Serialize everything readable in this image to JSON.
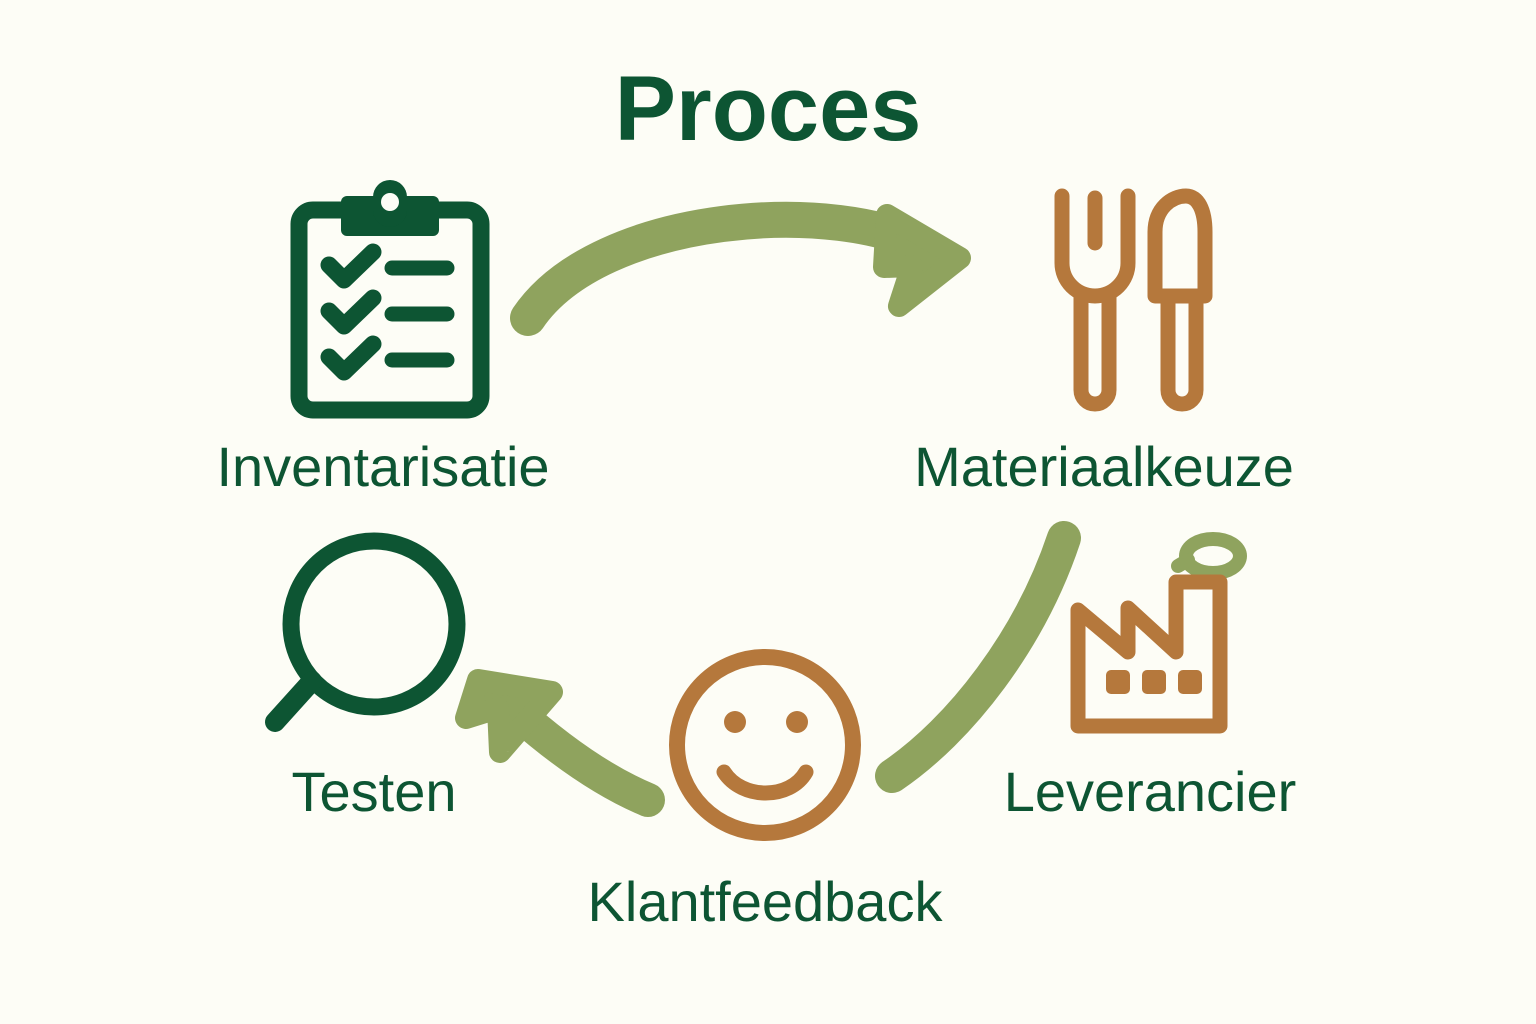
{
  "title": "Proces",
  "colors": {
    "background": "#fdfdf6",
    "dark_green": "#0d5533",
    "sage_green": "#8fa35e",
    "brown": "#b5783c"
  },
  "nodes": [
    {
      "id": "inventarisatie",
      "label": "Inventarisatie",
      "icon": "clipboard-checklist-icon",
      "icon_color": "#0d5533",
      "position": "top-left"
    },
    {
      "id": "materiaalkeuze",
      "label": "Materiaalkeuze",
      "icon": "fork-and-knife-icon",
      "icon_color": "#b5783c",
      "position": "top-right"
    },
    {
      "id": "leverancier",
      "label": "Leverancier",
      "icon": "factory-icon",
      "icon_color": "#b5783c",
      "position": "bottom-right"
    },
    {
      "id": "klantfeedback",
      "label": "Klantfeedback",
      "icon": "smiley-face-icon",
      "icon_color": "#b5783c",
      "position": "bottom-center"
    },
    {
      "id": "testen",
      "label": "Testen",
      "icon": "magnifying-glass-icon",
      "icon_color": "#0d5533",
      "position": "bottom-left"
    }
  ],
  "arrows": [
    {
      "id": "arrow-inventarisatie-to-materiaalkeuze",
      "from": "inventarisatie",
      "to": "materiaalkeuze",
      "color": "#8fa35e",
      "has_head": true
    },
    {
      "id": "arrow-materiaalkeuze-to-leverancier",
      "from": "materiaalkeuze",
      "to": "leverancier",
      "color": "#8fa35e",
      "has_head": false
    },
    {
      "id": "arrow-klantfeedback-to-testen",
      "from": "klantfeedback",
      "to": "testen",
      "color": "#8fa35e",
      "has_head": true
    }
  ],
  "chart_data": {
    "type": "diagram",
    "diagram_kind": "cycle-process-flow",
    "title": "Proces",
    "steps": [
      "Inventarisatie",
      "Materiaalkeuze",
      "Leverancier",
      "Klantfeedback",
      "Testen"
    ],
    "connections": [
      [
        "Inventarisatie",
        "Materiaalkeuze"
      ],
      [
        "Materiaalkeuze",
        "Leverancier"
      ],
      [
        "Klantfeedback",
        "Testen"
      ]
    ]
  }
}
